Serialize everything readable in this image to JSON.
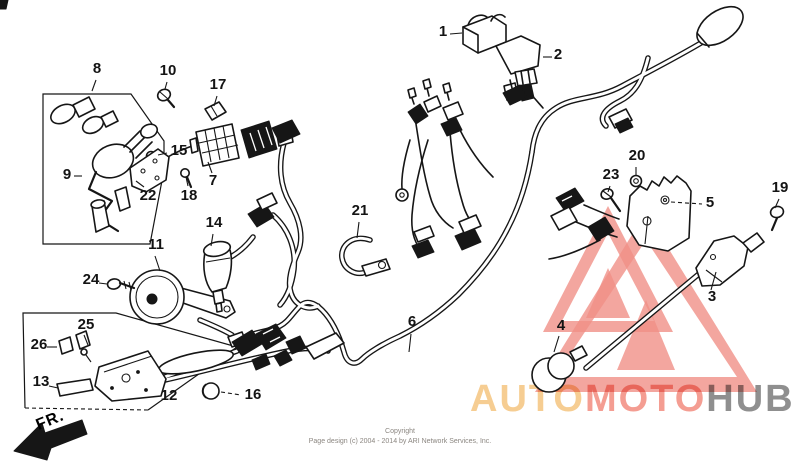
{
  "diagram": {
    "callouts": [
      {
        "part": "1"
      },
      {
        "part": "2"
      },
      {
        "part": "3"
      },
      {
        "part": "4"
      },
      {
        "part": "5"
      },
      {
        "part": "6"
      },
      {
        "part": "7"
      },
      {
        "part": "8"
      },
      {
        "part": "9"
      },
      {
        "part": "10"
      },
      {
        "part": "11"
      },
      {
        "part": "12"
      },
      {
        "part": "13"
      },
      {
        "part": "14"
      },
      {
        "part": "15"
      },
      {
        "part": "16"
      },
      {
        "part": "17"
      },
      {
        "part": "18"
      },
      {
        "part": "19"
      },
      {
        "part": "20"
      },
      {
        "part": "21"
      },
      {
        "part": "22"
      },
      {
        "part": "23"
      },
      {
        "part": "24"
      },
      {
        "part": "25"
      },
      {
        "part": "26"
      }
    ]
  },
  "watermark": {
    "triangle_color": "#f09087",
    "segments": [
      {
        "text": "AUTO",
        "color": "#f6cd92"
      },
      {
        "text": "MOTO",
        "color": "#f49d92"
      },
      {
        "text": "HUB",
        "color": "#8f8f8f"
      }
    ]
  },
  "footer": {
    "copyright_line1": "Copyright",
    "copyright_line2": "Page design (c) 2004 - 2014 by ARI Network Services, Inc."
  },
  "orientation_marker": {
    "label": "FR."
  }
}
